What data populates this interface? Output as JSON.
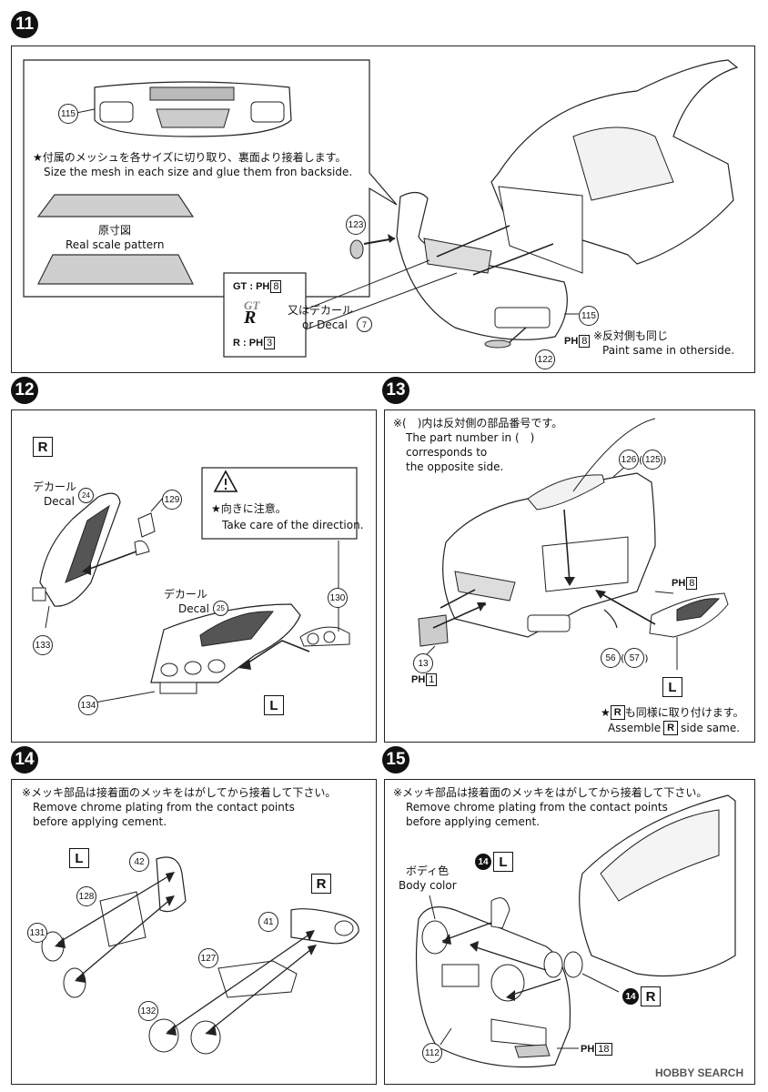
{
  "steps": {
    "s11": "11",
    "s12": "12",
    "s13": "13",
    "s14": "14",
    "s15": "15"
  },
  "step11": {
    "part_115a": "115",
    "mesh_jp": "★付属のメッシュを各サイズに切り取り、裏面より接着します。",
    "mesh_en": "Size the mesh in each size and glue them fron backside.",
    "scale_jp": "原寸図",
    "scale_en": "Real scale pattern",
    "part_123": "123",
    "gt_label": "GT : ",
    "gt_ph": "PH",
    "gt_ph_num": "8",
    "emblem_gt": "GT",
    "emblem_r": "R",
    "r_label": "R : ",
    "r_ph": "PH",
    "r_ph_num": "3",
    "decal_jp": "又はデカール",
    "decal_en": "or   Decal",
    "decal_num": "7",
    "part_115b": "115",
    "ph8": "PH",
    "ph8_num": "8",
    "same_jp": "※反対側も同じ",
    "same_en": "Paint same in otherside.",
    "part_122": "122"
  },
  "step12": {
    "R": "R",
    "decal24_jp": "デカール",
    "decal24_en": "Decal",
    "decal24_num": "24",
    "part_129": "129",
    "warn_icon": "warning-icon",
    "warn_jp": "★向きに注意。",
    "warn_en": "Take care of the direction.",
    "decal25_jp": "デカール",
    "decal25_en": "Decal",
    "decal25_num": "25",
    "part_130": "130",
    "part_133": "133",
    "part_134": "134",
    "L": "L"
  },
  "step13": {
    "note_jp": "※(　)内は反対側の部品番号です。",
    "note_en1": "The part number in (　)",
    "note_en2": "corresponds to",
    "note_en3": "the opposite side.",
    "part_126": "126",
    "part_125": "125",
    "ph8": "PH",
    "ph8_num": "8",
    "part_13": "13",
    "ph1": "PH",
    "ph1_num": "1",
    "part_56": "56",
    "part_57": "57",
    "L": "L",
    "assemble_pre": "★",
    "assemble_R": "R",
    "assemble_jp": "も同様に取り付けます。",
    "assemble_en": "Assemble",
    "assemble_R2": "R",
    "assemble_en2": "side same."
  },
  "step14": {
    "note_jp": "※メッキ部品は接着面のメッキをはがしてから接着して下さい。",
    "note_en1": "Remove chrome plating from the contact points",
    "note_en2": "before applying cement.",
    "L": "L",
    "R": "R",
    "part_42": "42",
    "part_128": "128",
    "part_131": "131",
    "part_41": "41",
    "part_127": "127",
    "part_132": "132"
  },
  "step15": {
    "note_jp": "※メッキ部品は接着面のメッキをはがしてから接着して下さい。",
    "note_en1": "Remove chrome plating from the contact points",
    "note_en2": "before applying cement.",
    "body_jp": "ボディ色",
    "body_en": "Body color",
    "sub14a": "14",
    "L": "L",
    "sub14b": "14",
    "R": "R",
    "ph18": "PH",
    "ph18_num": "18",
    "part_112": "112"
  },
  "watermark": "HOBBY SEARCH"
}
